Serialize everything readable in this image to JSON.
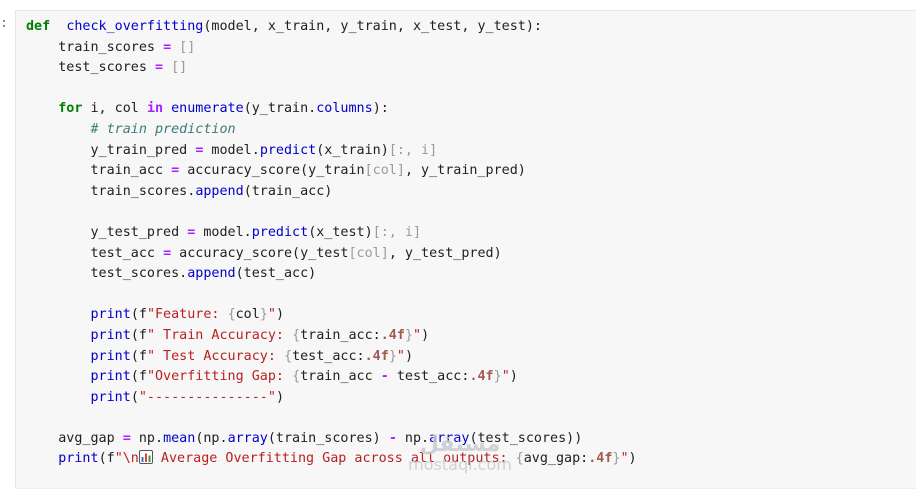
{
  "cell": {
    "prompt": ":",
    "lines": [
      [
        [
          "kw",
          "def"
        ],
        [
          "",
          "  "
        ],
        [
          "fn",
          "check_overfitting"
        ],
        [
          "",
          "(model, x_train, y_train, x_test, y_test):"
        ]
      ],
      [
        [
          "",
          "    train_scores "
        ],
        [
          "op",
          "="
        ],
        [
          "br",
          " []"
        ]
      ],
      [
        [
          "",
          "    test_scores "
        ],
        [
          "op",
          "="
        ],
        [
          "br",
          " []"
        ]
      ],
      [],
      [
        [
          "",
          "    "
        ],
        [
          "kw",
          "for"
        ],
        [
          "",
          " i, col "
        ],
        [
          "op",
          "in"
        ],
        [
          "",
          " "
        ],
        [
          "fn",
          "enumerate"
        ],
        [
          "",
          "(y_train."
        ],
        [
          "fn",
          "columns"
        ],
        [
          "",
          "):"
        ]
      ],
      [
        [
          "cm",
          "        # train prediction"
        ]
      ],
      [
        [
          "",
          "        y_train_pred "
        ],
        [
          "op",
          "="
        ],
        [
          "",
          " model."
        ],
        [
          "fn",
          "predict"
        ],
        [
          "",
          "(x_train)"
        ],
        [
          "br",
          "[:, i]"
        ]
      ],
      [
        [
          "",
          "        train_acc "
        ],
        [
          "op",
          "="
        ],
        [
          "",
          " accuracy_score(y_train"
        ],
        [
          "br",
          "[col]"
        ],
        [
          "",
          ", y_train_pred)"
        ]
      ],
      [
        [
          "",
          "        train_scores."
        ],
        [
          "fn",
          "append"
        ],
        [
          "",
          "(train_acc)"
        ]
      ],
      [],
      [
        [
          "",
          "        y_test_pred "
        ],
        [
          "op",
          "="
        ],
        [
          "",
          " model."
        ],
        [
          "fn",
          "predict"
        ],
        [
          "",
          "(x_test)"
        ],
        [
          "br",
          "[:, i]"
        ]
      ],
      [
        [
          "",
          "        test_acc "
        ],
        [
          "op",
          "="
        ],
        [
          "",
          " accuracy_score(y_test"
        ],
        [
          "br",
          "[col]"
        ],
        [
          "",
          ", y_test_pred)"
        ]
      ],
      [
        [
          "",
          "        test_scores."
        ],
        [
          "fn",
          "append"
        ],
        [
          "",
          "(test_acc)"
        ]
      ],
      [],
      [
        [
          "",
          "        "
        ],
        [
          "fn",
          "print"
        ],
        [
          "",
          "(f"
        ],
        [
          "st",
          "\"Feature: "
        ],
        [
          "br",
          "{"
        ],
        [
          "",
          "col"
        ],
        [
          "br",
          "}"
        ],
        [
          "st",
          "\""
        ],
        [
          "",
          ")"
        ]
      ],
      [
        [
          "",
          "        "
        ],
        [
          "fn",
          "print"
        ],
        [
          "",
          "(f"
        ],
        [
          "st",
          "\" Train Accuracy: "
        ],
        [
          "br",
          "{"
        ],
        [
          "",
          "train_acc:"
        ],
        [
          "sp",
          ".4f"
        ],
        [
          "br",
          "}"
        ],
        [
          "st",
          "\""
        ],
        [
          "",
          ")"
        ]
      ],
      [
        [
          "",
          "        "
        ],
        [
          "fn",
          "print"
        ],
        [
          "",
          "(f"
        ],
        [
          "st",
          "\" Test Accuracy: "
        ],
        [
          "br",
          "{"
        ],
        [
          "",
          "test_acc:"
        ],
        [
          "sp",
          ".4f"
        ],
        [
          "br",
          "}"
        ],
        [
          "st",
          "\""
        ],
        [
          "",
          ")"
        ]
      ],
      [
        [
          "",
          "        "
        ],
        [
          "fn",
          "print"
        ],
        [
          "",
          "(f"
        ],
        [
          "st",
          "\"Overfitting Gap: "
        ],
        [
          "br",
          "{"
        ],
        [
          "",
          "train_acc "
        ],
        [
          "op",
          "-"
        ],
        [
          "",
          " test_acc:"
        ],
        [
          "sp",
          ".4f"
        ],
        [
          "br",
          "}"
        ],
        [
          "st",
          "\""
        ],
        [
          "",
          ")"
        ]
      ],
      [
        [
          "",
          "        "
        ],
        [
          "fn",
          "print"
        ],
        [
          "",
          "("
        ],
        [
          "st",
          "\"---------------\""
        ],
        [
          "",
          ")"
        ]
      ],
      [],
      [
        [
          "",
          "    avg_gap "
        ],
        [
          "op",
          "="
        ],
        [
          "",
          " np."
        ],
        [
          "fn",
          "mean"
        ],
        [
          "",
          "(np."
        ],
        [
          "fn",
          "array"
        ],
        [
          "",
          "(train_scores) "
        ],
        [
          "op",
          "-"
        ],
        [
          "",
          " np."
        ],
        [
          "fn",
          "array"
        ],
        [
          "",
          "(test_scores))"
        ]
      ],
      [
        [
          "",
          "    "
        ],
        [
          "fn",
          "print"
        ],
        [
          "",
          "(f"
        ],
        [
          "st",
          "\"\\n"
        ],
        [
          "icon",
          "bar-chart-icon"
        ],
        [
          "st",
          " Average Overfitting Gap across all outputs: "
        ],
        [
          "br",
          "{"
        ],
        [
          "",
          "avg_gap:"
        ],
        [
          "sp",
          ".4f"
        ],
        [
          "br",
          "}"
        ],
        [
          "st",
          "\""
        ],
        [
          "",
          ")"
        ]
      ]
    ]
  },
  "watermark": {
    "logo": "مستقل",
    "text": "mostaql.com"
  }
}
